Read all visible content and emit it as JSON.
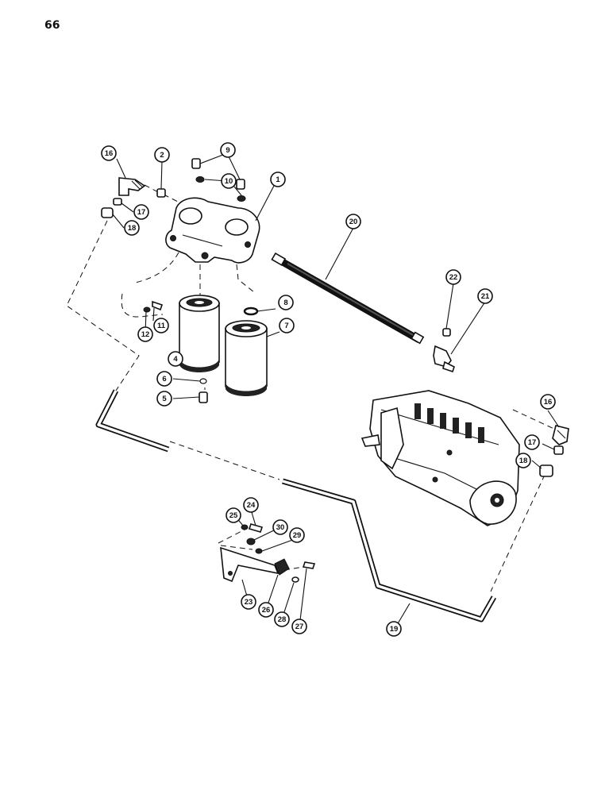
{
  "page_number": "66",
  "callouts": [
    "1",
    "2",
    "4",
    "5",
    "6",
    "7",
    "8",
    "9",
    "10",
    "11",
    "12",
    "16",
    "17",
    "18",
    "16",
    "17",
    "18",
    "19",
    "20",
    "21",
    "22",
    "23",
    "24",
    "25",
    "26",
    "27",
    "28",
    "29",
    "30"
  ]
}
